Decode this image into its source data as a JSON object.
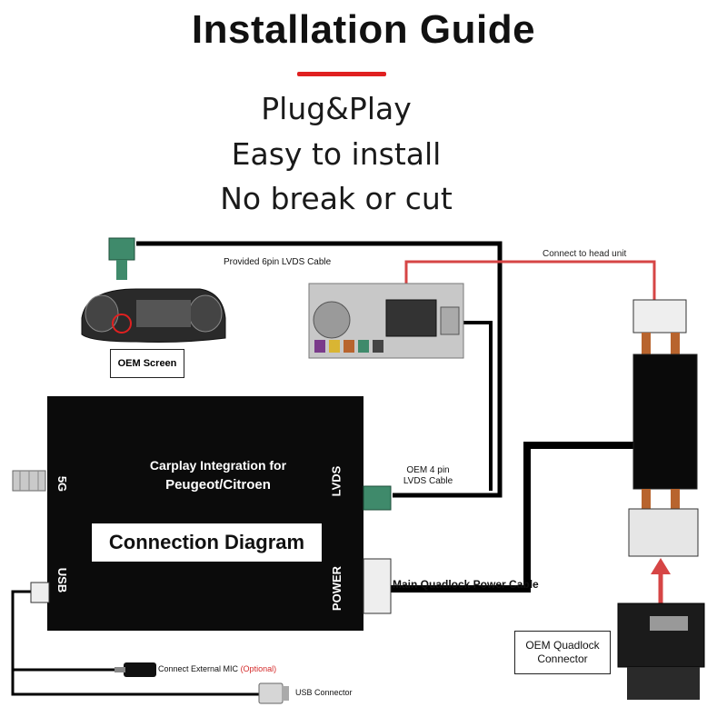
{
  "title": "Installation Guide",
  "features": [
    "Plug&Play",
    "Easy to install",
    "No break or cut"
  ],
  "colors": {
    "accent_red": "#e02020",
    "cable_black": "#000000",
    "cable_red": "#d64545",
    "connector_green": "#3f8a6b"
  },
  "labels": {
    "lvds_cable": "Provided 6pin LVDS Cable",
    "head_unit": "Connect to head unit",
    "oem_screen": "OEM Screen",
    "box_line1": "Carplay Integration for",
    "box_line2": "Peugeot/Citroen",
    "connection_diagram": "Connection Diagram",
    "port_5g": "5G",
    "port_usb": "USB",
    "port_lvds": "LVDS",
    "port_power": "POWER",
    "oem4_line1": "OEM 4 pin",
    "oem4_line2": "LVDS Cable",
    "main_cable": "Main Quadlock Power Cable",
    "mic": "Connect External MIC",
    "mic_optional": "(Optional)",
    "usb_connector": "USB Connector",
    "quadlock_line1": "OEM Quadlock",
    "quadlock_line2": "Connector"
  },
  "icons": [
    "oem-screen-image",
    "head-unit-image",
    "quadlock-adapter-image",
    "quadlock-connector-image",
    "antenna-icon",
    "mic-jack-icon",
    "usb-plug-icon"
  ]
}
